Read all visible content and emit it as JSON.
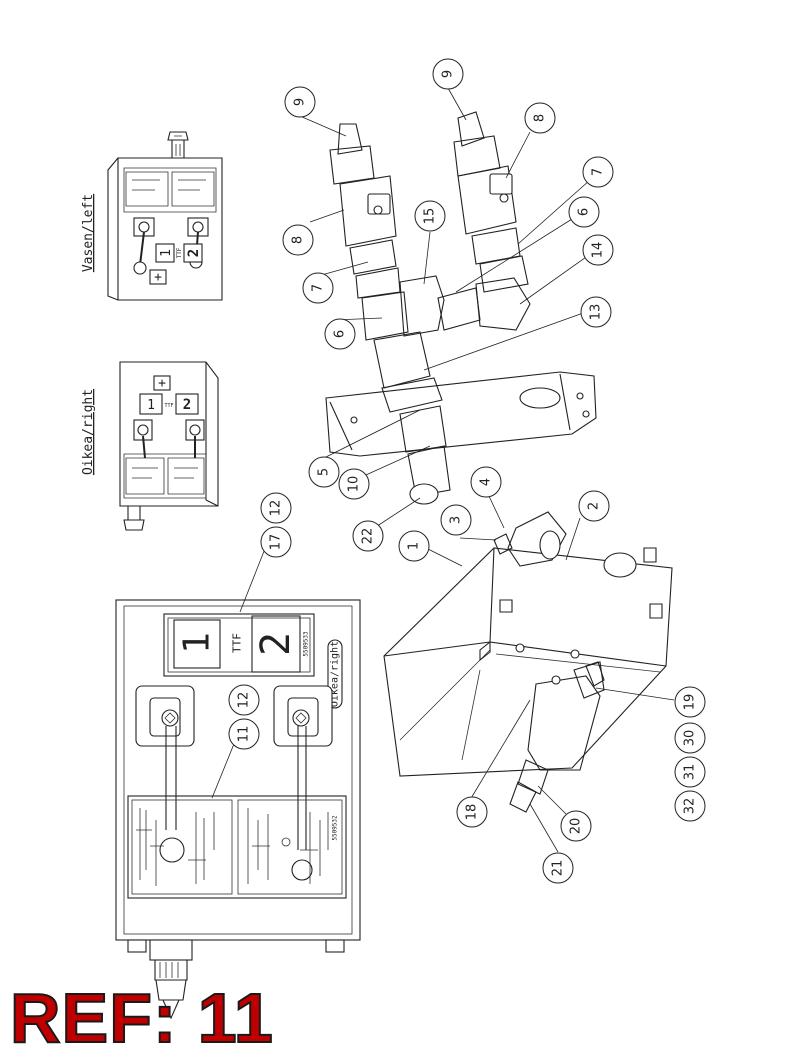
{
  "labels": {
    "left_view": "Vasen/left",
    "right_view": "Oikea/right",
    "panel_label": "Oikea/right",
    "ttf": "TTF",
    "num_1": "1",
    "num_2": "2",
    "plus": "+",
    "code_a": "5509533",
    "code_b": "5509532"
  },
  "callouts": [
    "1",
    "2",
    "3",
    "4",
    "5",
    "6",
    "6",
    "7",
    "7",
    "8",
    "8",
    "9",
    "9",
    "10",
    "11",
    "12",
    "12",
    "13",
    "14",
    "15",
    "17",
    "18",
    "19",
    "20",
    "21",
    "22",
    "30",
    "31",
    "32"
  ],
  "ref_label": "REF: 11",
  "colors": {
    "ref_fill": "#c00000",
    "ref_stroke": "#1a1a1a",
    "line": "#222222"
  }
}
